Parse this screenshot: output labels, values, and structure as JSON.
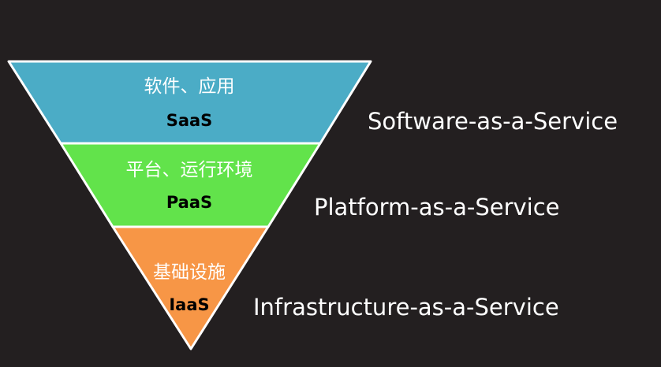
{
  "background": "#231f20",
  "layers": [
    {
      "cn_label": "软件、应用",
      "abbr": "SaaS",
      "full_name": "Software-as-a-Service",
      "color": "#4bacc6"
    },
    {
      "cn_label": "平台、运行环境",
      "abbr": "PaaS",
      "full_name": "Platform-as-a-Service",
      "color": "#62e34b"
    },
    {
      "cn_label": "基础设施",
      "abbr": "IaaS",
      "full_name": "Infrastructure-as-a-Service",
      "color": "#f79646"
    }
  ]
}
